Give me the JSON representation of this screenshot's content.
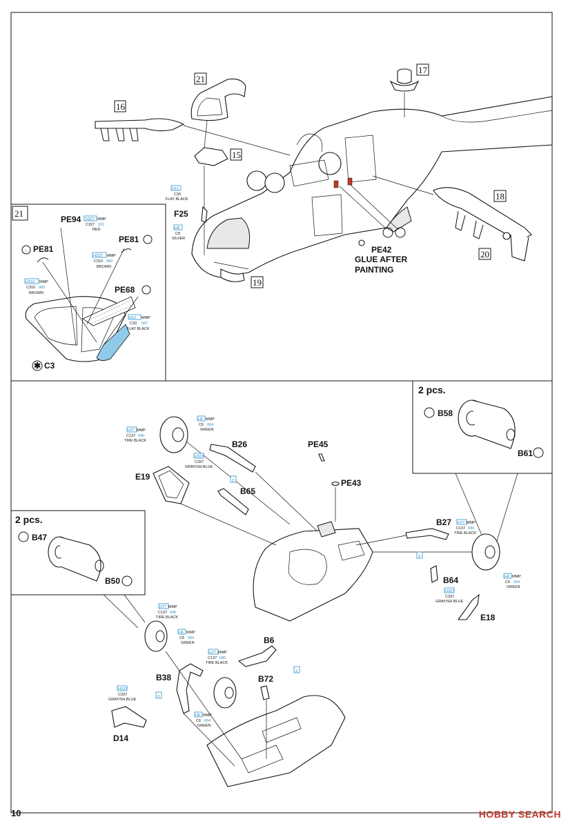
{
  "page_number": "10",
  "watermark": "HOBBY SEARCH",
  "steps": {
    "s16": "16",
    "s17": "17",
    "s18": "18",
    "s19": "19",
    "s20": "20",
    "s21": "21",
    "s15": "15",
    "inset21": "21"
  },
  "labels": {
    "f25": "F25",
    "pe42": "PE42",
    "glue1": "GLUE AFTER",
    "glue2": "PAINTING",
    "pe94": "PE94",
    "pe81a": "PE81",
    "pe81b": "PE81",
    "pe68": "PE68",
    "c3": "C3",
    "twopcs_right": "2 pcs.",
    "twopcs_left": "2 pcs.",
    "b58": "B58",
    "b61": "B61",
    "b26": "B26",
    "pe45": "PE45",
    "pe43": "PE43",
    "e19": "E19",
    "b65": "B65",
    "b47": "B47",
    "b50": "B50",
    "b27": "B27",
    "b64": "B64",
    "e18": "E18",
    "b6": "B6",
    "b38": "B38",
    "b72": "B72",
    "d14": "D14",
    "ref3": "3"
  },
  "paints": {
    "flat_black": {
      "h": "H12",
      "c": "C33",
      "name": "FLAT BLACK"
    },
    "silver": {
      "h": "H8",
      "c": "C8",
      "name": "SILVER"
    },
    "red": {
      "h": "H327",
      "mmp": "MMP",
      "c": "C327",
      "mmp_code": "101",
      "name": "RED"
    },
    "brown": {
      "h": "H310",
      "mmp": "MMP",
      "c": "C310",
      "mmp_code": "060",
      "name": "BROWN"
    },
    "flat_black_mmp": {
      "h": "H12",
      "mmp": "MMP",
      "c": "C33",
      "mmp_code": "047",
      "name": "FLAT BLACK"
    },
    "tire_black": {
      "h": "H77",
      "mmp": "MMP",
      "c": "C137",
      "mmp_code": "040",
      "name": "TIRE BLACK"
    },
    "green": {
      "h": "H6",
      "mmp": "MMP",
      "c": "C6",
      "mmp_code": "004",
      "name": "GREEN"
    },
    "grayish_blue": {
      "h": "H337",
      "c": "C337",
      "name": "GRAYISH BLUE"
    }
  },
  "colors": {
    "accent_blue": "#2a8fc7",
    "watermark_red": "#c0392b"
  }
}
